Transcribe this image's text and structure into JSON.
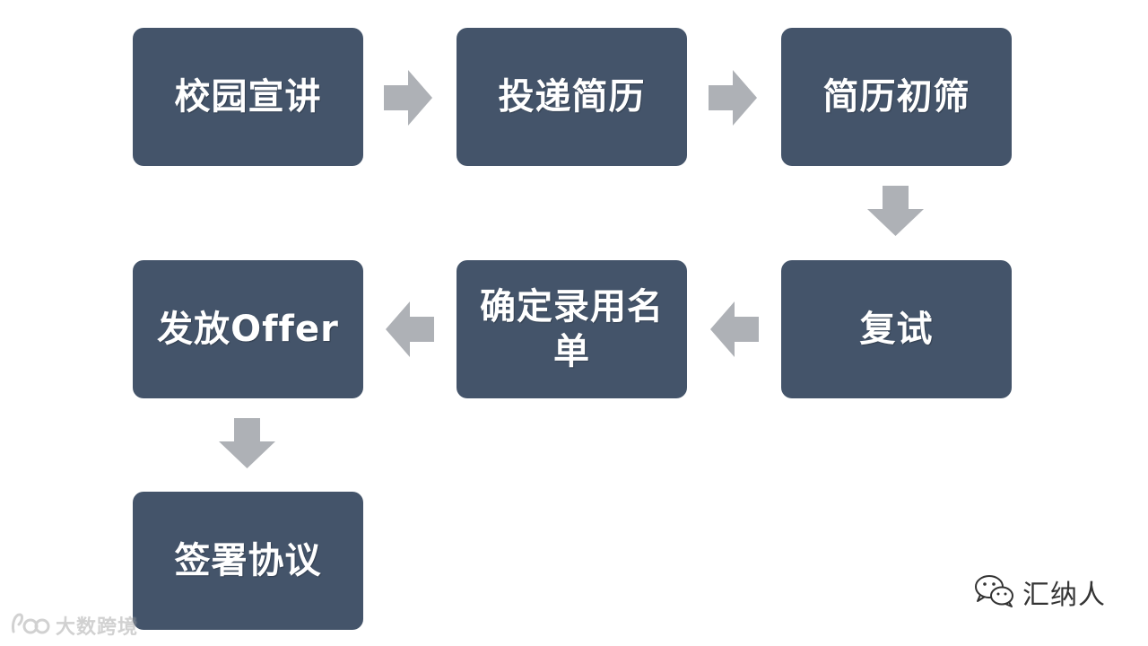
{
  "flow": {
    "steps": [
      {
        "label": "校园宣讲"
      },
      {
        "label": "投递简历"
      },
      {
        "label": "简历初筛"
      },
      {
        "label": "复试"
      },
      {
        "label": "确定录用名单"
      },
      {
        "label": "发放Offer"
      },
      {
        "label": "签署协议"
      }
    ],
    "arrows": [
      {
        "direction": "right"
      },
      {
        "direction": "right"
      },
      {
        "direction": "down"
      },
      {
        "direction": "left"
      },
      {
        "direction": "left"
      },
      {
        "direction": "down"
      }
    ]
  },
  "colors": {
    "box_fill": "#44546a",
    "box_text": "#ffffff",
    "arrow_fill": "#aeb1b6",
    "background": "#ffffff"
  },
  "watermarks": {
    "left_text": "大数跨境",
    "left_icon": "brand-logo-icon",
    "right_text": "汇纳人",
    "right_icon": "wechat-icon"
  }
}
